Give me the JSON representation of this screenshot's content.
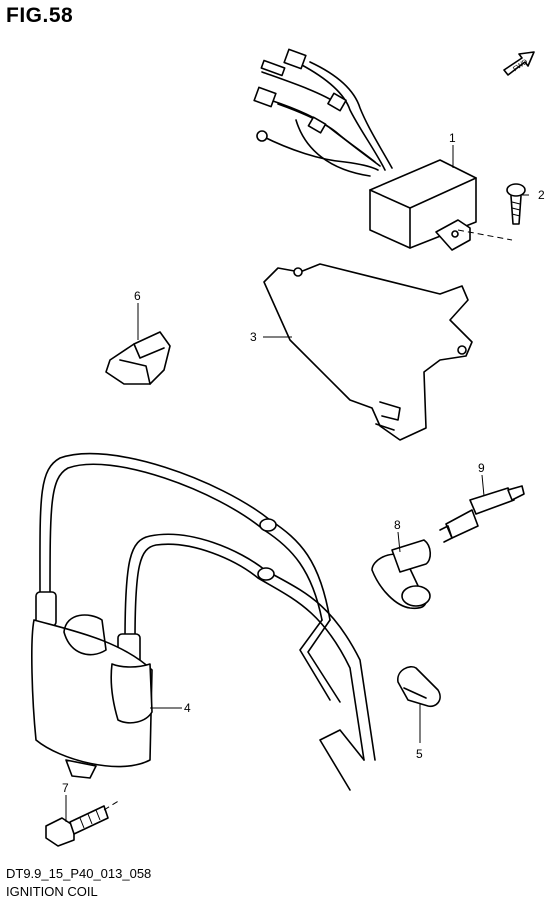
{
  "figure": {
    "title": "FIG.58"
  },
  "direction_arrow": {
    "label": "FWD",
    "icon": "fwd-arrow-icon"
  },
  "caption": {
    "code": "DT9.9_15_P40_013_058",
    "name": "IGNITION COIL"
  },
  "callouts": [
    {
      "num": "1",
      "part": "cdi-unit"
    },
    {
      "num": "2",
      "part": "screw"
    },
    {
      "num": "3",
      "part": "bracket"
    },
    {
      "num": "4",
      "part": "ignition-coil"
    },
    {
      "num": "5",
      "part": "clamp"
    },
    {
      "num": "6",
      "part": "clip"
    },
    {
      "num": "7",
      "part": "bolt"
    },
    {
      "num": "8",
      "part": "plug-cap"
    },
    {
      "num": "9",
      "part": "spark-plug"
    }
  ]
}
